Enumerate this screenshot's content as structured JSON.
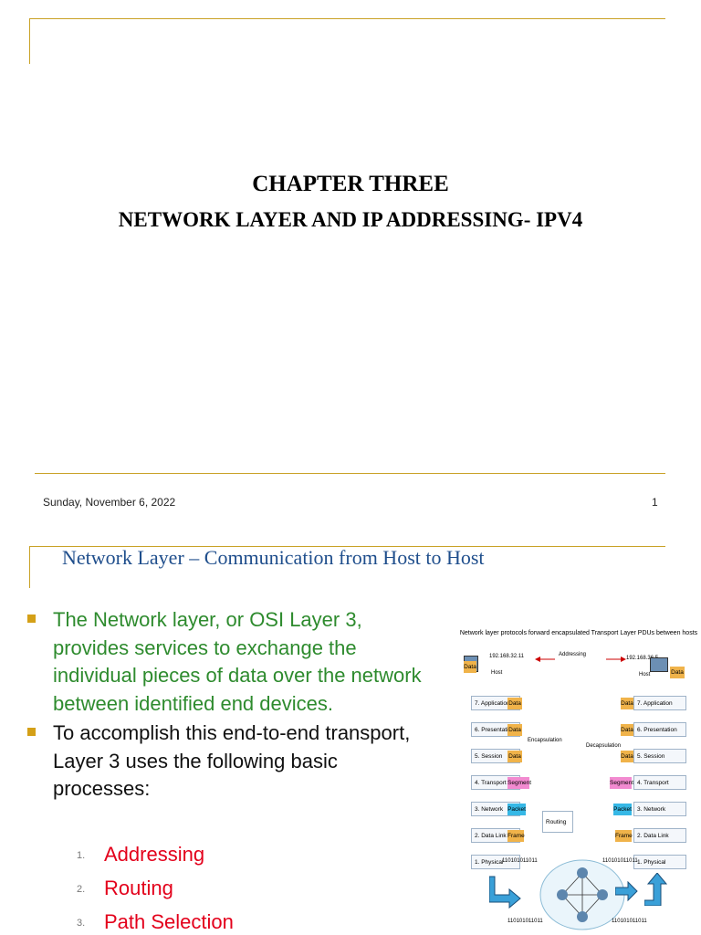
{
  "slide1": {
    "title_line1": "CHAPTER THREE",
    "title_line2": "NETWORK LAYER AND  IP ADDRESSING-   IPV4",
    "footer_date": "Sunday, November 6, 2022",
    "footer_page": "1",
    "accent_color": "#c9a227"
  },
  "slide2": {
    "title": "Network Layer – Communication from Host to Host",
    "bullets": [
      {
        "text": "The Network layer, or OSI Layer 3, provides services to exchange the individual pieces of data over the network between identified end devices.",
        "color": "#2e8b2e"
      },
      {
        "text": "To accomplish this end-to-end transport, Layer 3 uses the following  basic processes:",
        "color": "#111111"
      }
    ],
    "sub_items": [
      {
        "num": "1.",
        "text": "Addressing"
      },
      {
        "num": "2.",
        "text": "Routing"
      },
      {
        "num": "3.",
        "text": "Path Selection"
      }
    ],
    "diagram": {
      "header": "Network layer protocols forward encapsulated Transport Layer PDUs between hosts",
      "left_ip": "192.168.32.11",
      "right_ip": "192.168.36.5",
      "addressing": "Addressing",
      "host_left": "Host",
      "host_right": "Host",
      "data": "Data",
      "left_layers": [
        "7. Application",
        "6. Presentation",
        "5. Session",
        "4. Transport",
        "3. Network",
        "2. Data Link",
        "1. Physical"
      ],
      "right_layers": [
        "7. Application",
        "6. Presentation",
        "5. Session",
        "4. Transport",
        "3. Network",
        "2. Data Link",
        "1. Physical"
      ],
      "segment": "Segment",
      "packet": "Packet",
      "frame": "Frame",
      "encapsulation": "Encapsulation",
      "decapsulation": "Decapsulation",
      "routing": "Routing",
      "bits": "110101011011"
    }
  }
}
